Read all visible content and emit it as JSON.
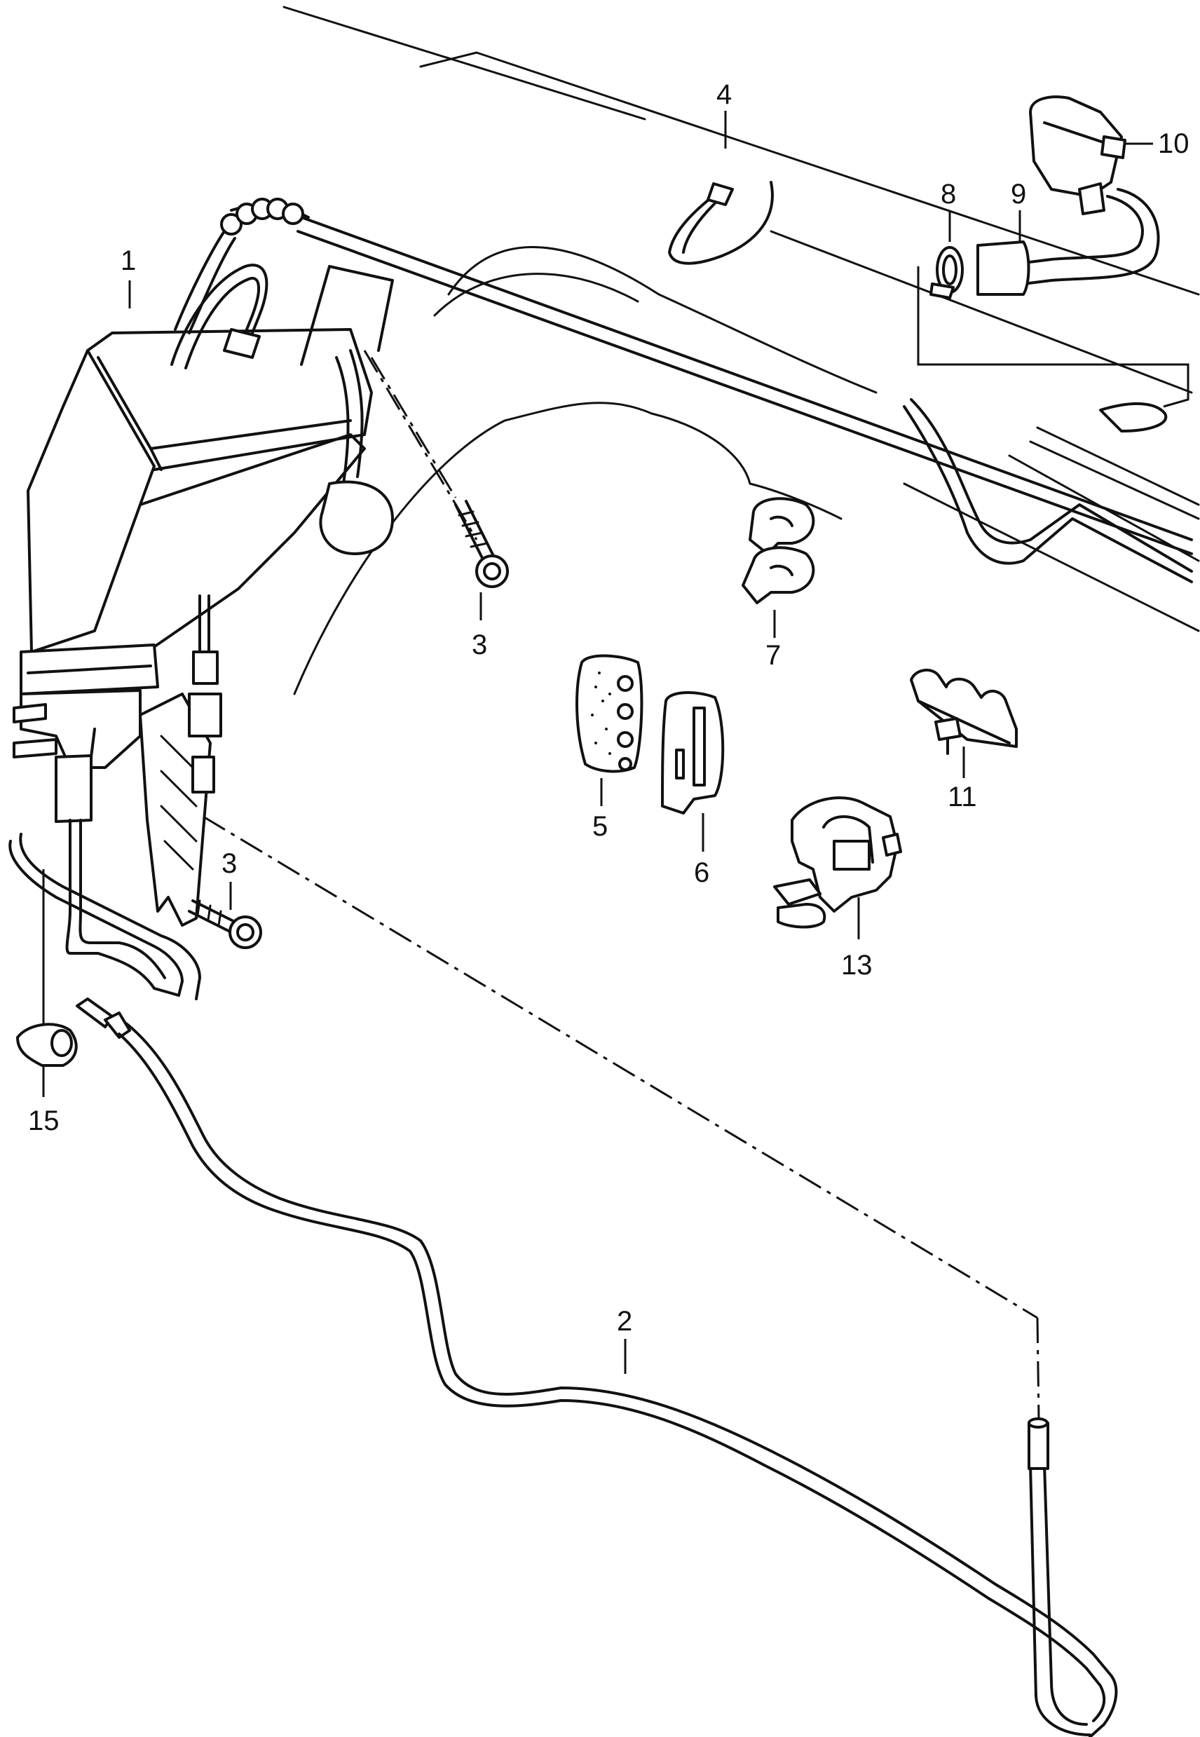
{
  "diagram": {
    "callouts": [
      {
        "id": "c1",
        "label": "1"
      },
      {
        "id": "c2",
        "label": "2"
      },
      {
        "id": "c3a",
        "label": "3"
      },
      {
        "id": "c3b",
        "label": "3"
      },
      {
        "id": "c4",
        "label": "4"
      },
      {
        "id": "c5",
        "label": "5"
      },
      {
        "id": "c6",
        "label": "6"
      },
      {
        "id": "c7",
        "label": "7"
      },
      {
        "id": "c8",
        "label": "8"
      },
      {
        "id": "c9",
        "label": "9"
      },
      {
        "id": "c10",
        "label": "10"
      },
      {
        "id": "c11",
        "label": "11"
      },
      {
        "id": "c13",
        "label": "13"
      },
      {
        "id": "c15",
        "label": "15"
      }
    ]
  }
}
